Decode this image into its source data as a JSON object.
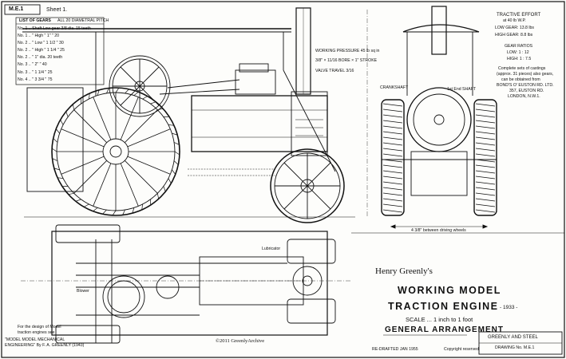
{
  "header": {
    "sheet_id": "M.E.1",
    "sheet_no": "Sheet 1."
  },
  "gears": {
    "title": "LIST OF GEARS",
    "pitch": "ALL 20 DIAMETRAL PITCH",
    "rows": [
      "No. 1 .. Shaft Low gear 3/8 dia. 15 teeth",
      "No. 1 .. \" High \" 1\" \" 20",
      "No. 2 .. \" Low \" 1 1/2 \" 30",
      "No. 2 .. \" High \" 1 1/4 \" 25",
      "No. 2 .. \" 1\" dia. 20 teeth",
      "No. 3 .. \" 2\" \" 40",
      "No. 3 .. \" 1 1/4 \" 25",
      "No. 4 .. \" 3 3/4 \" 75"
    ]
  },
  "labels": {
    "working_pressure": "WORKING PRESSURE 45 lb sq in",
    "bore_stroke": "3/8\" × 11/16 BORE × 1\" STROKE",
    "valve_travel": "VALVE TRAVEL 3/16",
    "crankshaft": "CRANKSHAFT",
    "end_shaft": "1st End SHAFT",
    "between_wheels": "4 3/8\" between driving wheels",
    "lubricator": "Lubricator",
    "blower": "Blower",
    "foot_note_1": "For the design of Model",
    "foot_note_2": "traction engines see",
    "foot_note_3": "\"MODEL MODEL MECHANICAL",
    "foot_note_4": "ENGINEERING\" By F. A. GREENLY (1943)"
  },
  "specs": {
    "tractive_title": "TRACTIVE EFFORT",
    "tractive_sub": "at 40 lb W.P.",
    "low_gear": "LOW GEAR: 13.8 lbs",
    "high_gear": "HIGH GEAR: 8.8 lbs",
    "ratios_title": "GEAR RATIOS",
    "ratio_low": "LOW: 1 : 12",
    "ratio_high": "HIGH: 1 : 7.5",
    "castings_1": "Complete sets of castings",
    "castings_2": "(approx. 31 pieces) also gears,",
    "castings_3": "can be obtained from",
    "castings_4": "BOND'S O' EUSTON RD. LTD.",
    "castings_5": "357, EUSTON RD.",
    "castings_6": "LONDON, N.W.1."
  },
  "title_block": {
    "author": "Henry Greenly's",
    "line1": "WORKING MODEL",
    "line2": "TRACTION ENGINE",
    "year": "- 1933 -",
    "scale": "SCALE ... 1 inch to 1 foot",
    "subtitle": "GENERAL ARRANGEMENT",
    "copyright": "©2011 GreenlyArchive",
    "redrafted": "RE-DRAFTED JAN 1955",
    "copyright_reserved": "Copyright reserved",
    "firm": "GREENLY AND STEEL",
    "drawing_no": "DRAWING No. M.E.1"
  }
}
